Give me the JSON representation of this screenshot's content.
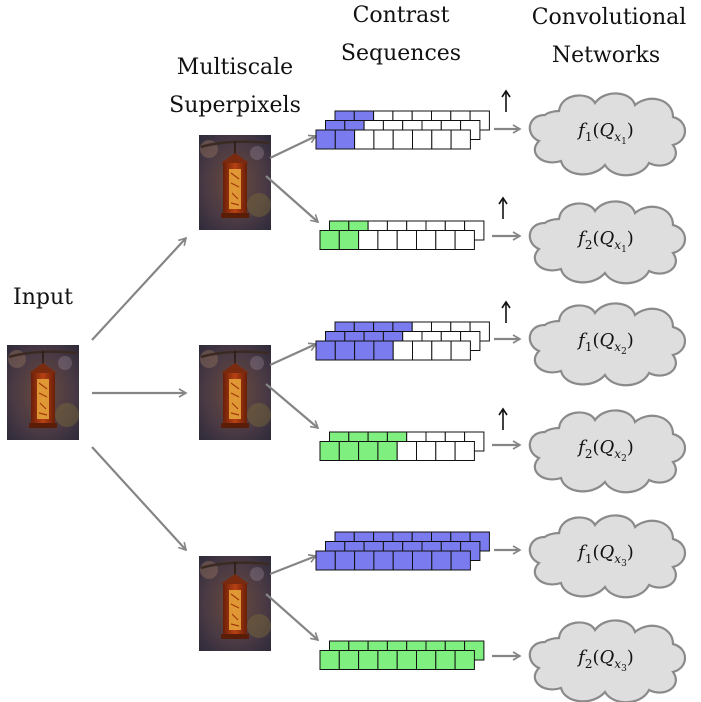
{
  "headers": {
    "input": "Input",
    "multiscale": [
      "Multiscale",
      "Superpixels"
    ],
    "contrast": [
      "Contrast",
      "Sequences"
    ],
    "convnets": [
      "Convolutional",
      "Networks"
    ]
  },
  "colors": {
    "blue": "#7b7bf0",
    "green": "#7ff07f",
    "arrow": "#858585",
    "cloud_fill": "#dedede",
    "cloud_stroke": "#8a8a8a"
  },
  "icons": {
    "lantern": "lantern-photo",
    "cloud": "cloud-shape",
    "indicator": "up-arrow-indicator"
  },
  "networks": [
    {
      "f": "f",
      "fsub": "1",
      "Q": "Q",
      "x": "x",
      "xsub": "1",
      "color": "blue"
    },
    {
      "f": "f",
      "fsub": "2",
      "Q": "Q",
      "x": "x",
      "xsub": "1",
      "color": "green"
    },
    {
      "f": "f",
      "fsub": "1",
      "Q": "Q",
      "x": "x",
      "xsub": "2",
      "color": "blue"
    },
    {
      "f": "f",
      "fsub": "2",
      "Q": "Q",
      "x": "x",
      "xsub": "2",
      "color": "green"
    },
    {
      "f": "f",
      "fsub": "1",
      "Q": "Q",
      "x": "x",
      "xsub": "3",
      "color": "blue"
    },
    {
      "f": "f",
      "fsub": "2",
      "Q": "Q",
      "x": "x",
      "xsub": "3",
      "color": "green"
    }
  ]
}
